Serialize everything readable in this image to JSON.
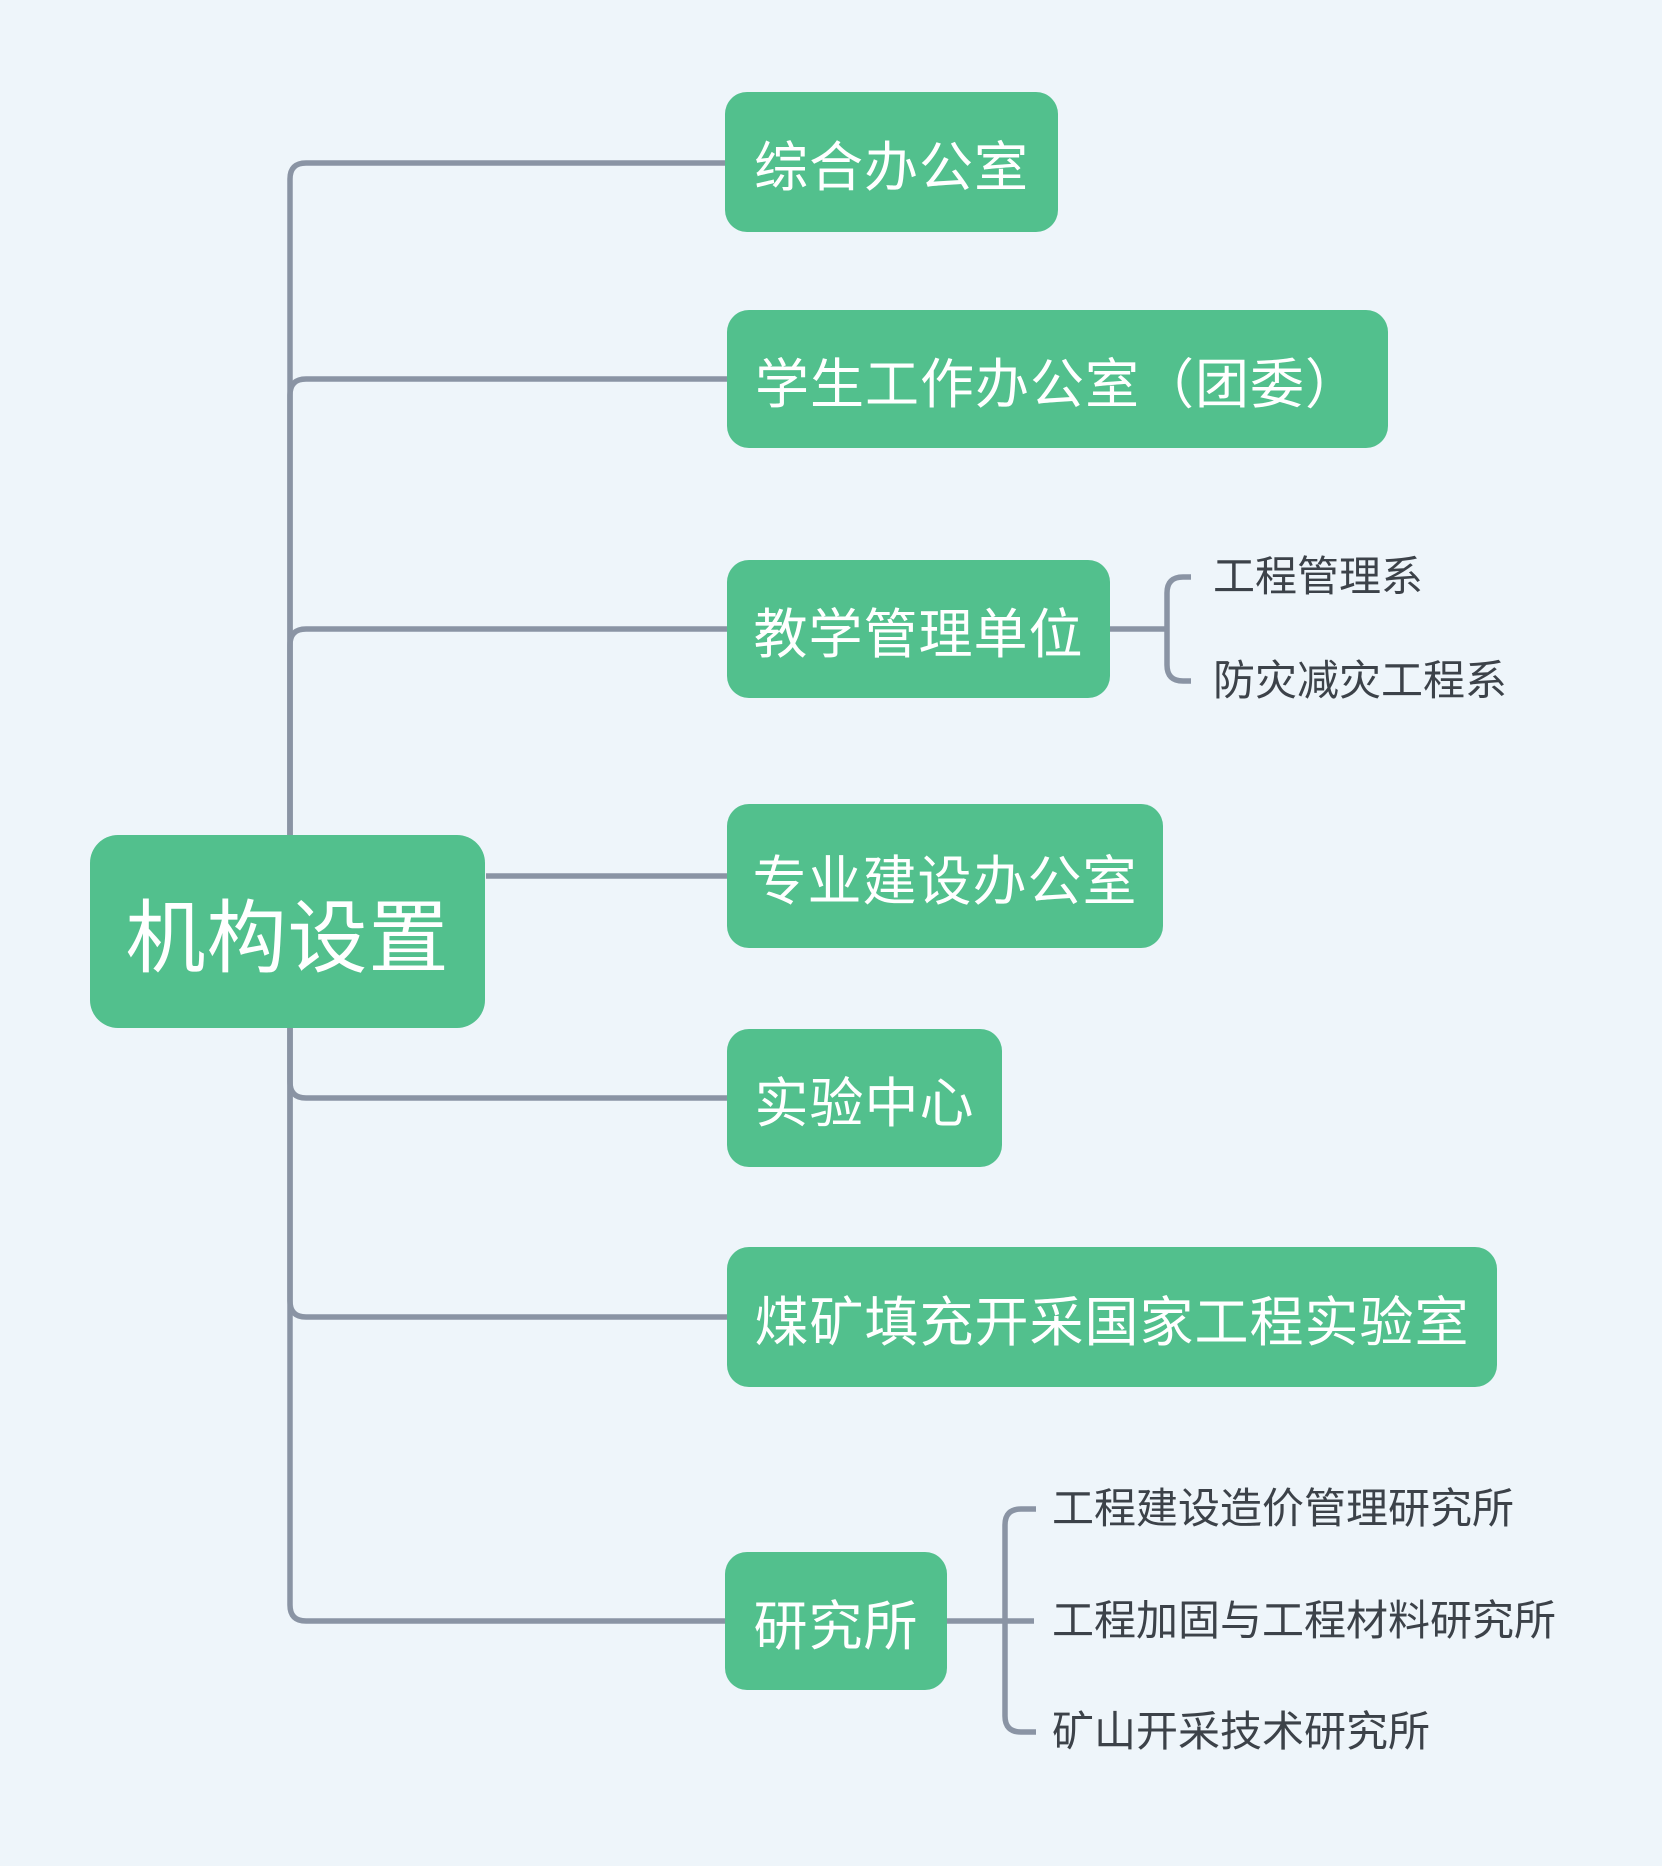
{
  "tree": {
    "root": {
      "label": "机构设置"
    },
    "children": [
      {
        "label": "综合办公室"
      },
      {
        "label": "学生工作办公室（团委）"
      },
      {
        "label": "教学管理单位",
        "subitems": [
          {
            "label": "工程管理系"
          },
          {
            "label": "防灾减灾工程系"
          }
        ]
      },
      {
        "label": "专业建设办公室"
      },
      {
        "label": "实验中心"
      },
      {
        "label": "煤矿填充开采国家工程实验室"
      },
      {
        "label": "研究所",
        "subitems": [
          {
            "label": "工程建设造价管理研究所"
          },
          {
            "label": "工程加固与工程材料研究所"
          },
          {
            "label": "矿山开采技术研究所"
          }
        ]
      }
    ]
  },
  "colors": {
    "background": "#EEF5FA",
    "node_fill": "#52C08D",
    "node_text": "#FFFFFF",
    "connector": "#8A94A4",
    "subitem_text": "#3C4249"
  }
}
